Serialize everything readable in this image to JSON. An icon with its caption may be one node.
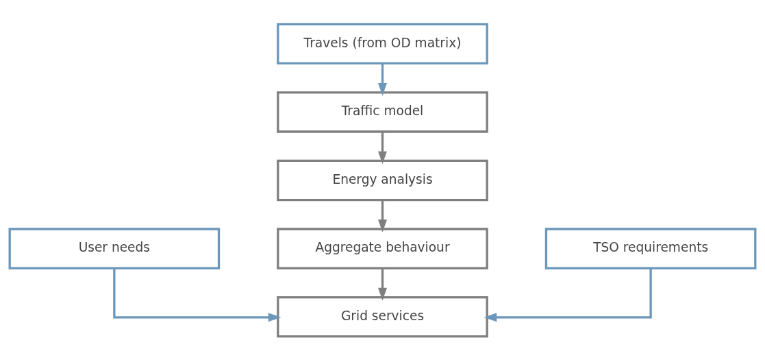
{
  "diagram": {
    "nodes": [
      {
        "text": [
          "Travels (from OD matrix)"
        ]
      },
      {
        "text": [
          "Traffic model"
        ]
      },
      {
        "text": [
          "Energy analysis"
        ]
      },
      {
        "text": [
          "User needs"
        ]
      },
      {
        "text": [
          "Aggregate behaviour"
        ]
      },
      {
        "text": [
          "TSO requirements"
        ]
      },
      {
        "text": [
          "Grid services"
        ]
      }
    ],
    "edges": [
      {
        "from": 0,
        "to": 1,
        "arrow": "to",
        "color": "#6b97bb"
      },
      {
        "from": 1,
        "to": 2,
        "arrow": "to"
      },
      {
        "from": 2,
        "to": 4,
        "arrow": "to"
      },
      {
        "from": 4,
        "to": 6,
        "arrow": "to"
      },
      {
        "from": 3,
        "to": 6,
        "arrow": "to",
        "color": "#6b97bb"
      },
      {
        "from": 5,
        "to": 6,
        "arrow": "to",
        "color": "#6b97bb"
      }
    ]
  }
}
